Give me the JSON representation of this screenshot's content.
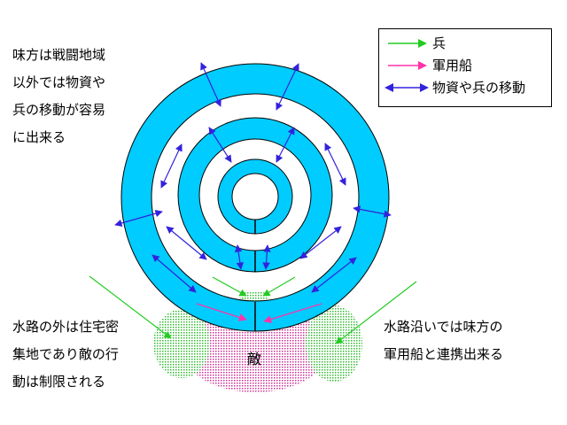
{
  "notes": {
    "left_top": "味方は戦闘地域\n以外では物資や\n兵の移動が容易\nに出来る",
    "left_bottom": "水路の外は住宅密\n集地であり敵の行\n動は制限される",
    "right_bottom": "水路沿いでは味方の\n軍用船と連携出来る"
  },
  "enemy_label": "敵",
  "legend": {
    "items": [
      {
        "label": "兵",
        "color": "#22cc22",
        "icon": "green-arrow-icon"
      },
      {
        "label": "軍用船",
        "color": "#ff33aa",
        "icon": "magenta-arrow-icon"
      },
      {
        "label": "物資や兵の移動",
        "color": "#3322dd",
        "icon": "blue-double-arrow-icon"
      }
    ]
  },
  "colors": {
    "ring": "#00ccff",
    "ring_outline": "#000000",
    "movement": "#3322dd",
    "soldier": "#22cc22",
    "warship": "#ff33aa",
    "enemy_fill": "#cc3399",
    "friendly_fill": "#33bb33"
  }
}
